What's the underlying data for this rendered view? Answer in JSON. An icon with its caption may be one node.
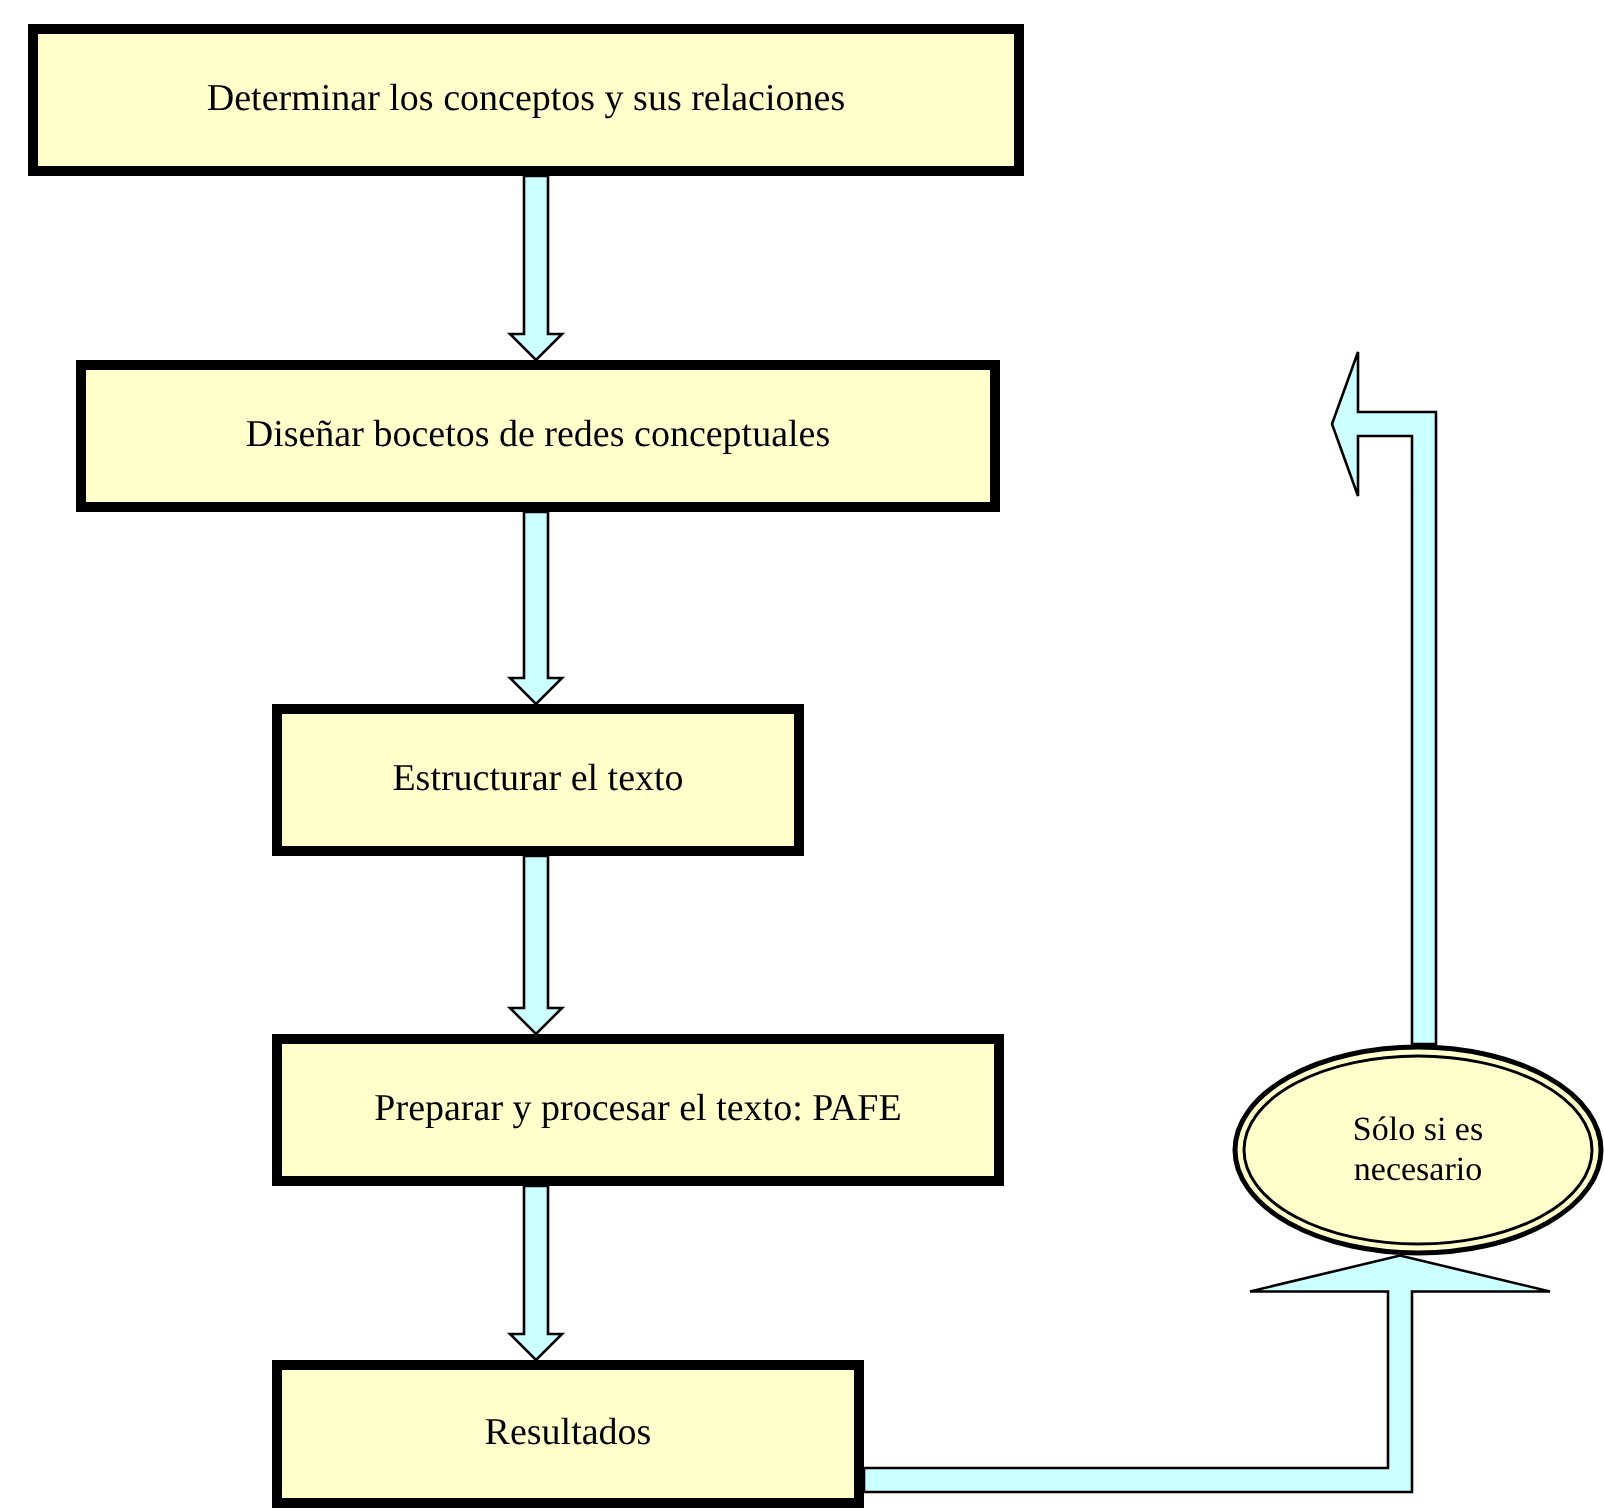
{
  "diagram": {
    "nodes": [
      {
        "text": [
          "Determinar los conceptos y sus relaciones"
        ]
      },
      {
        "text": [
          "Diseñar bocetos de redes conceptuales"
        ]
      },
      {
        "text": [
          "Estructurar el texto"
        ]
      },
      {
        "text": [
          "Preparar y procesar el texto: PAFE"
        ]
      },
      {
        "text": [
          "Resultados"
        ]
      },
      {
        "text": [
          "Sólo si es necesario"
        ]
      }
    ],
    "edges": [
      {
        "from": 0,
        "to": 1,
        "arrow": "to"
      },
      {
        "from": 1,
        "to": 2,
        "arrow": "to"
      },
      {
        "from": 2,
        "to": 3,
        "arrow": "to"
      },
      {
        "from": 3,
        "to": 4,
        "arrow": "to"
      },
      {
        "from": 4,
        "to": 5,
        "arrow": "to"
      },
      {
        "from": 5,
        "to": null,
        "arrow": "to"
      }
    ]
  }
}
